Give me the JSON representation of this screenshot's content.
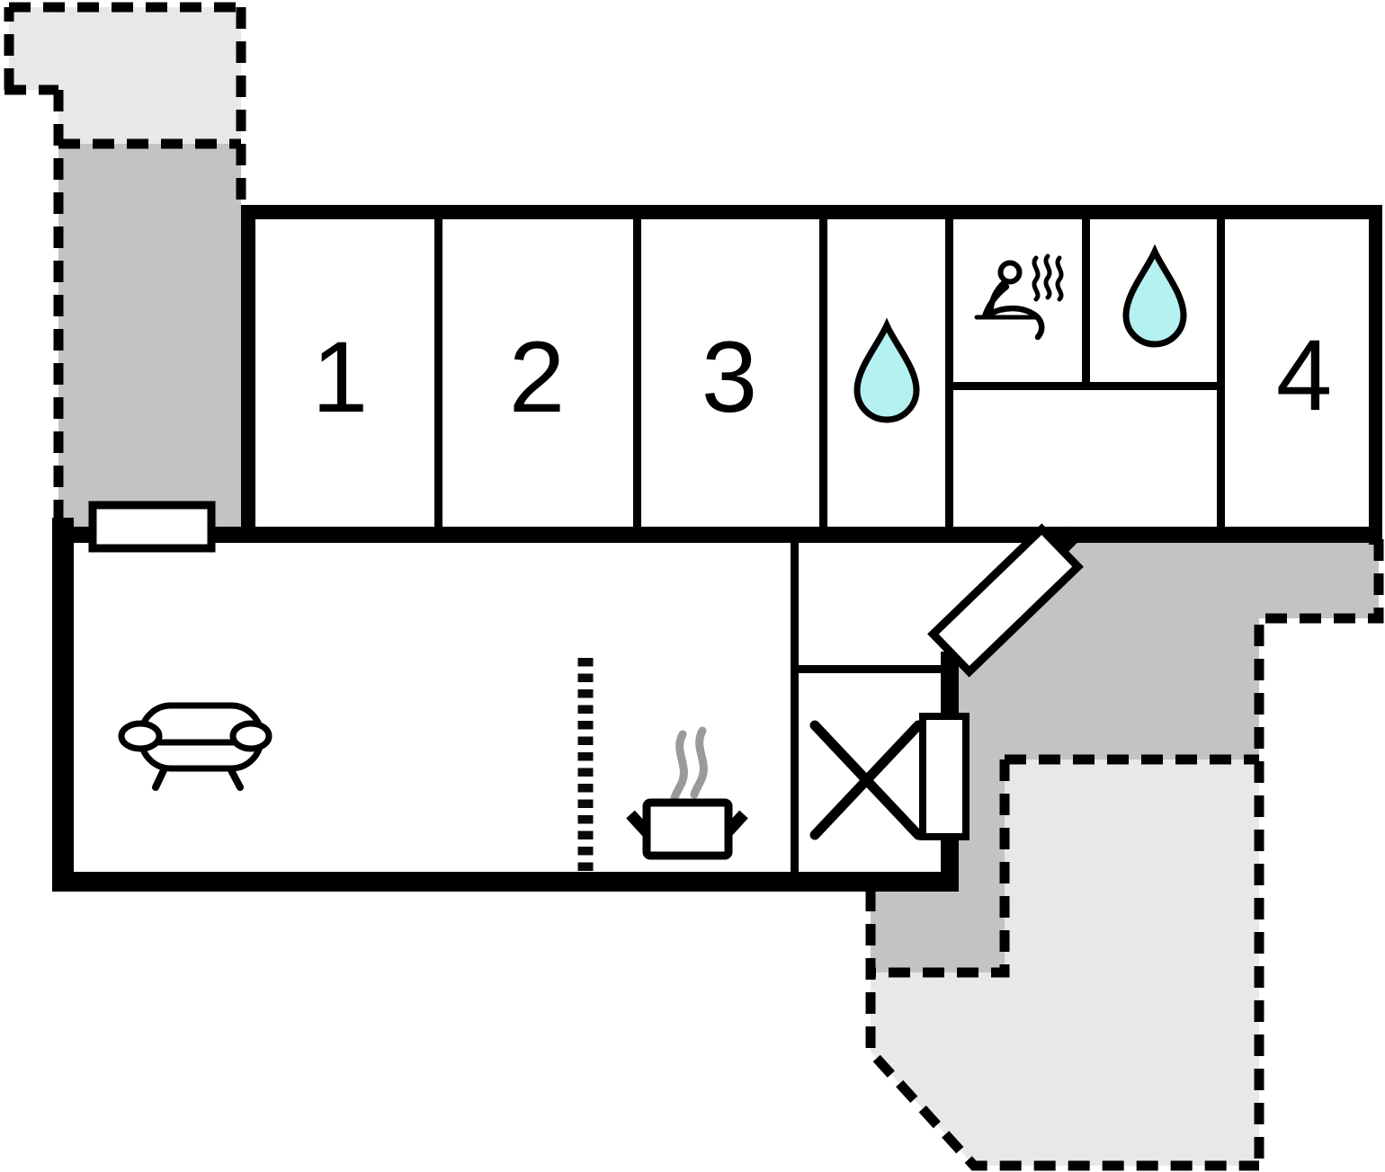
{
  "floor_plan": {
    "rooms": [
      {
        "label": "1"
      },
      {
        "label": "2"
      },
      {
        "label": "3"
      },
      {
        "label": "4"
      }
    ],
    "icons": {
      "bathroom_main": "water-drop",
      "bathroom_small": "water-drop",
      "sauna": "sauna-person-with-steam",
      "living_area": "sofa",
      "kitchen": "steaming-pot",
      "utility": "crossed-box",
      "kitchen_partition": "dashed-partition-line",
      "entrance": "door",
      "terrace_access": "angled-door",
      "utility_window": "window"
    },
    "colors": {
      "wall": "#000000",
      "terrace_light": "#e8e8e8",
      "terrace_dark": "#c3c3c3",
      "water_drop": "#b6f1f1",
      "steam": "#9a9a9a",
      "background": "#ffffff"
    }
  }
}
